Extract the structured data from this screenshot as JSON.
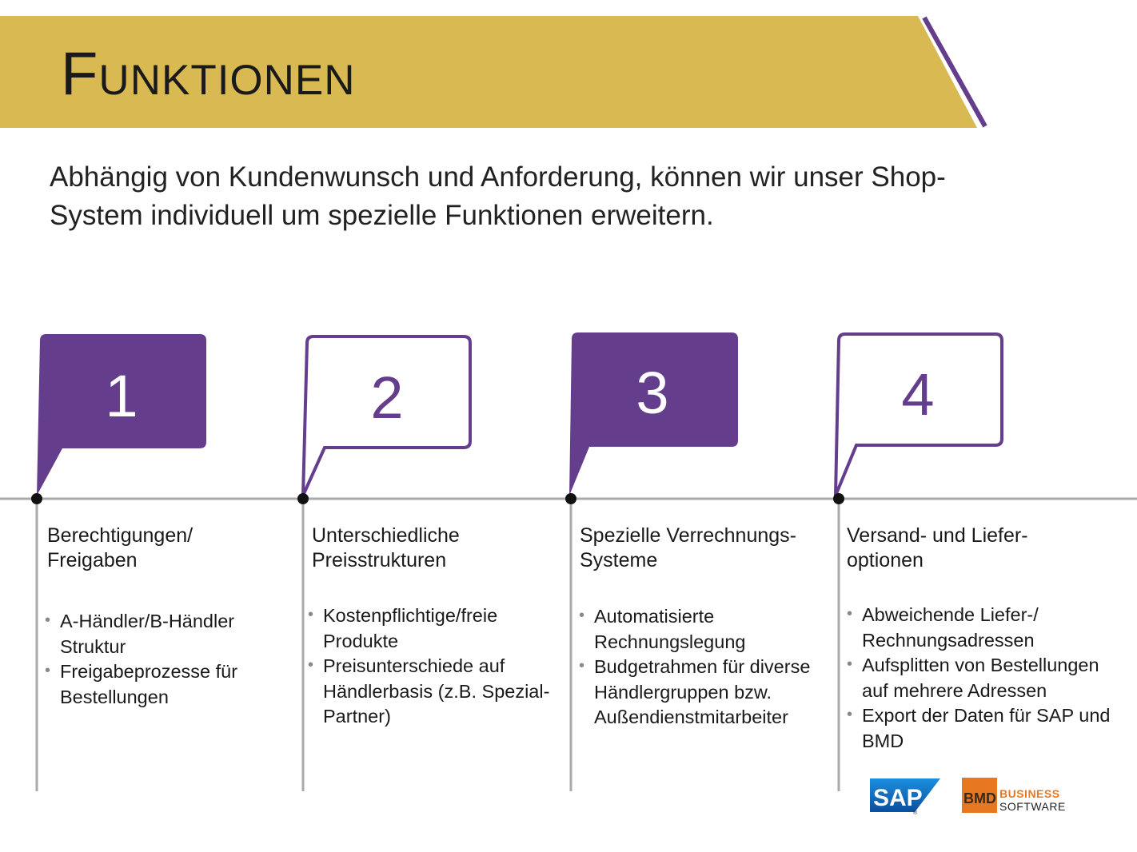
{
  "page": {
    "title": "Funktionen",
    "intro": "Abhängig von Kundenwunsch und Anforderung, können wir unser Shop-System individuell um spezielle Funktionen erweitern."
  },
  "colors": {
    "banner": "#d9b952",
    "accent": "#643e8c",
    "line": "#aaaaaa"
  },
  "steps": [
    {
      "number": "1",
      "heading": [
        "Berechtigungen/",
        "Freigaben"
      ],
      "bullets": [
        "A-Händler/B-Händler Struktur",
        "Freigabeprozesse für Bestellungen"
      ]
    },
    {
      "number": "2",
      "heading": [
        "Unterschiedliche",
        "Preisstrukturen"
      ],
      "bullets": [
        "Kostenpflichtige/freie Produkte",
        "Preisunterschiede auf Händlerbasis (z.B. Spezial-Partner)"
      ]
    },
    {
      "number": "3",
      "heading": [
        "Spezielle Verrechnungs-",
        "Systeme"
      ],
      "bullets": [
        "Automatisierte Rechnungslegung",
        "Budgetrahmen für diverse Händlergruppen bzw. Außendienstmitarbeiter"
      ]
    },
    {
      "number": "4",
      "heading": [
        "Versand- und Liefer-",
        "optionen"
      ],
      "bullets": [
        "Abweichende Liefer-/ Rechnungsadressen",
        "Aufsplitten von Bestellungen auf mehrere Adressen",
        "Export der Daten für SAP und BMD"
      ]
    }
  ],
  "logos": {
    "sap": "SAP",
    "bmd_mark": "BMD",
    "bmd_line1": "BUSINESS",
    "bmd_line2": "SOFTWARE"
  }
}
